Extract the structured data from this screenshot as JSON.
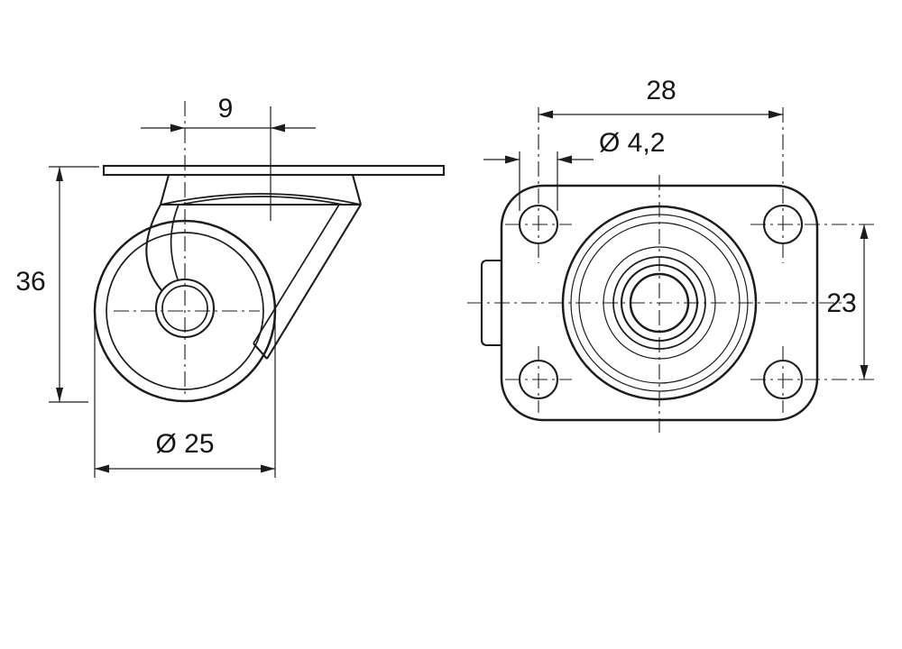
{
  "drawing": {
    "background_color": "#ffffff",
    "line_color": "#1c1c1c",
    "side_view": {
      "name": "swivel-caster-side-view",
      "dim_offset": "9",
      "dim_height": "36",
      "dim_wheel_diameter": "Ø 25"
    },
    "top_view": {
      "name": "mounting-plate-top-view",
      "dim_hole_spacing_width": "28",
      "dim_hole_diameter": "Ø 4,2",
      "dim_hole_spacing_height": "23"
    }
  }
}
